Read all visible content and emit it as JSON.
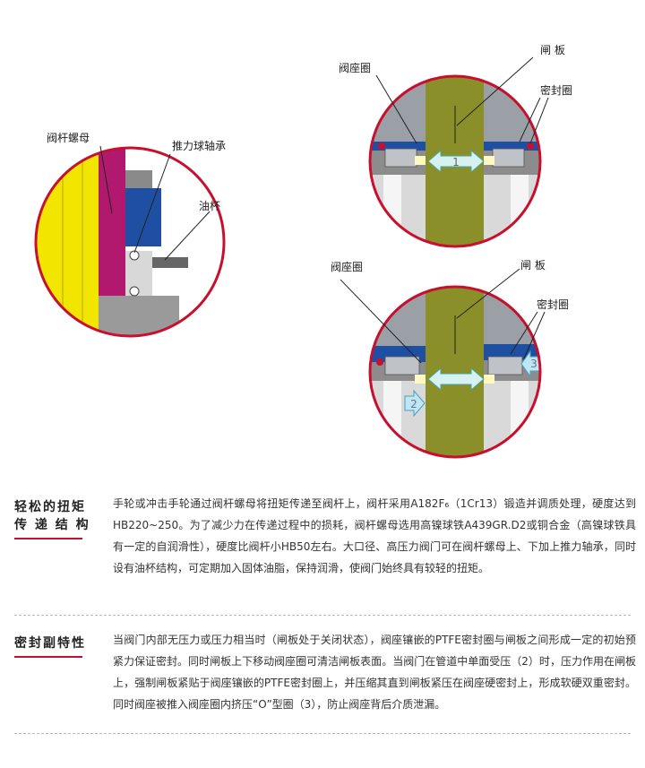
{
  "labels": {
    "stem_nut": "阀杆螺母",
    "thrust_bearing": "推力球轴承",
    "oil_cup": "油杯",
    "seat_top": "阀座圈",
    "gate_top": "闸 板",
    "seal_top": "密封圈",
    "seat_bottom": "阀座圈",
    "gate_bottom": "闸 板",
    "seal_bottom": "密封圈",
    "marker_1": "1",
    "marker_2": "2",
    "marker_3": "3"
  },
  "sections": [
    {
      "title_line1": "轻松的扭矩",
      "title_line2": "传 递 结 构",
      "body": "手轮或冲击手轮通过阀杆螺母将扭矩传递至阀杆上，阀杆采用A182F₆（1Cr13）锻造并调质处理，硬度达到HB220~250。为了减少力在传递过程中的损耗，阀杆螺母选用高镍球铁A439GR.D2或铜合金（高镍球铁具有一定的自润滑性），硬度比阀杆小HB50左右。大口径、高压力阀门可在阀杆螺母上、下加上推力轴承，同时设有油杯结构，可定期加入固体油脂，保持润滑，使阀门始终具有较轻的扭矩。"
    },
    {
      "title_line1": "密封副特性",
      "title_line2": "",
      "body": "当阀门内部无压力或压力相当时（闸板处于关闭状态），阀座镶嵌的PTFE密封圈与闸板之间形成一定的初始预紧力保证密封。同时闸板上下移动阀座圈可清洁闸板表面。当阀门在管道中单面受压（2）时，压力作用在闸板上，强制闸板紧贴于阀座镶嵌的PTFE密封圈上，并压缩其直到闸板紧压在阀座硬密封上，形成软硬双重密封。同时阀座被推入阀座圈内挤压“O”型圈（3），防止阀座背后介质泄漏。"
    }
  ]
}
